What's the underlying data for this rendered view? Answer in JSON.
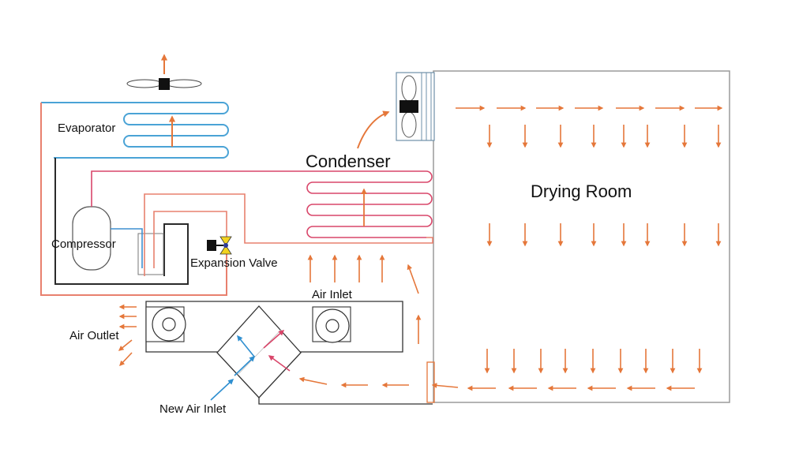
{
  "labels": {
    "evaporator": "Evaporator",
    "condenser": "Condenser",
    "drying_room": "Drying Room",
    "compressor": "Compressor",
    "expansion_valve": "Expansion Valve",
    "air_inlet": "Air Inlet",
    "air_outlet": "Air Outlet",
    "new_air_inlet": "New Air Inlet"
  },
  "colors": {
    "arrow": "#e5773a",
    "evaporator_coil": "#4aa3d6",
    "condenser_coil": "#d9466a",
    "refrigerant_line": "#e8806e",
    "low_pressure_line": "#2a2a2a",
    "suction_line": "#3f8fd0",
    "room_wall": "#9a9a9a",
    "valve": "#f2d21f",
    "fan": "#222222",
    "new_air_arrow": "#2f8fd0",
    "return_air_arrow": "#d9466a"
  }
}
